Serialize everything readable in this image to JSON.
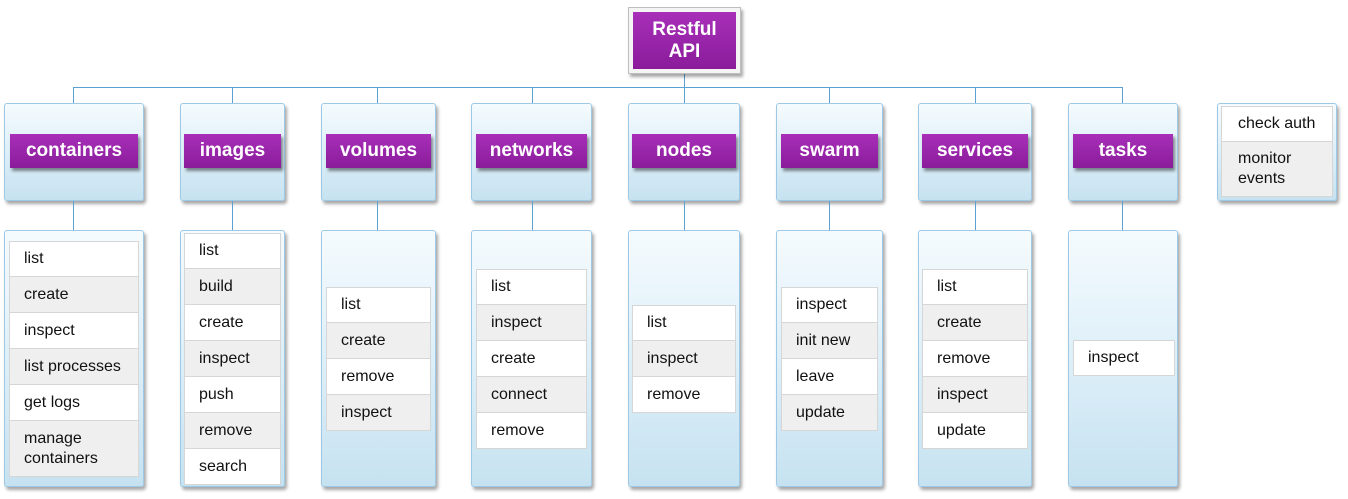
{
  "root": {
    "title": "Restful\nAPI"
  },
  "categories": [
    {
      "name": "containers",
      "items": [
        "list",
        "create",
        "inspect",
        "list processes",
        "get logs",
        "manage\ncontainers"
      ]
    },
    {
      "name": "images",
      "items": [
        "list",
        "build",
        "create",
        "inspect",
        "push",
        "remove",
        "search"
      ]
    },
    {
      "name": "volumes",
      "items": [
        "list",
        "create",
        "remove",
        "inspect"
      ]
    },
    {
      "name": "networks",
      "items": [
        "list",
        "inspect",
        "create",
        "connect",
        "remove"
      ]
    },
    {
      "name": "nodes",
      "items": [
        "list",
        "inspect",
        "remove"
      ]
    },
    {
      "name": "swarm",
      "items": [
        "inspect",
        "init new",
        "leave",
        "update"
      ]
    },
    {
      "name": "services",
      "items": [
        "list",
        "create",
        "remove",
        "inspect",
        "update"
      ]
    },
    {
      "name": "tasks",
      "items": [
        "inspect"
      ]
    }
  ],
  "misc": {
    "items": [
      "check auth",
      "monitor\nevents"
    ]
  },
  "colors": {
    "label_purple": "#9b27ad",
    "connector_blue": "#5aa0d2",
    "box_blue": "#cfe6f2"
  }
}
